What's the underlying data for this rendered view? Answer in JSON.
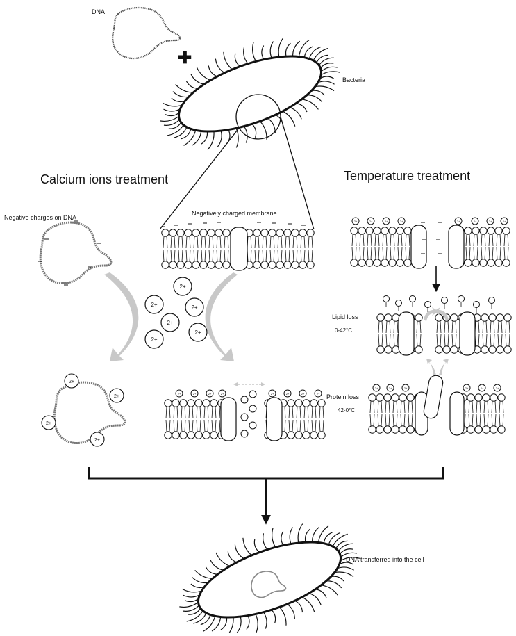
{
  "labels": {
    "dna": "DNA",
    "bacteria": "Bacteria",
    "calcium_title": "Calcium ions treatment",
    "temperature_title": "Temperature treatment",
    "negative_dna": "Negative charges on DNA",
    "negative_membrane": "Negatively charged membrane",
    "lipid_loss": "Lipid loss",
    "lipid_temp": "0-42°C",
    "protein_loss": "Protein loss",
    "protein_temp": "42-0°C",
    "result": "DNA transferred into the cell"
  },
  "ion_label": "2+",
  "plus_sign": "✚",
  "colors": {
    "line": "#111111",
    "arrow_gray": "#c8c8c8",
    "dna_strand": "#777777"
  }
}
